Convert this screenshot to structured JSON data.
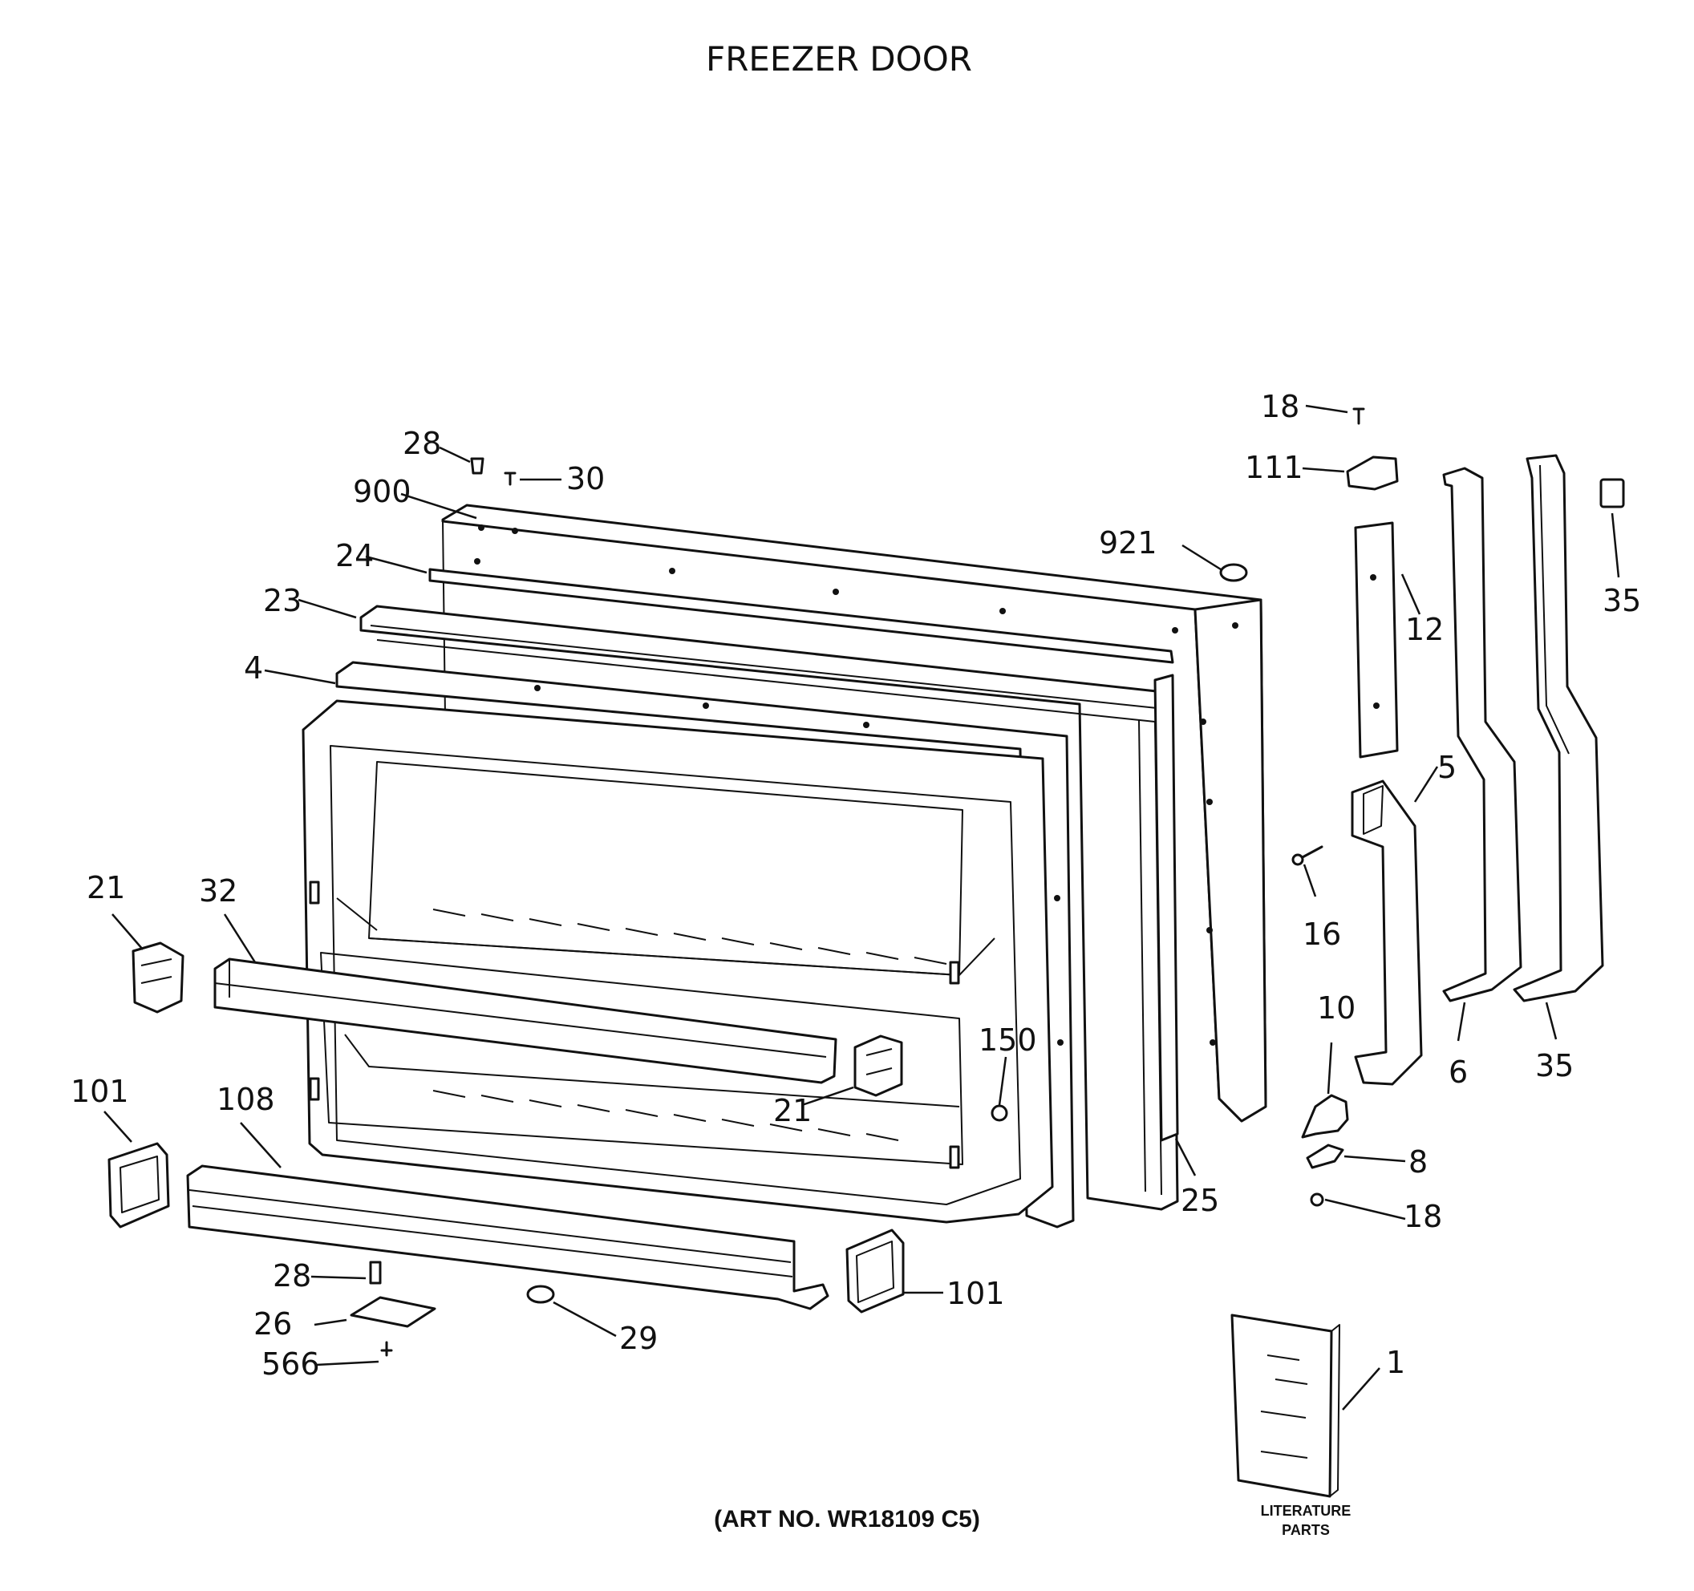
{
  "title": "FREEZER DOOR",
  "art_number": "(ART NO. WR18109 C5)",
  "literature_caption": [
    "LITERATURE",
    "PARTS"
  ],
  "callouts": {
    "c28a": "28",
    "c30": "30",
    "c900": "900",
    "c24": "24",
    "c23": "23",
    "c4": "4",
    "c921": "921",
    "c18a": "18",
    "c111": "111",
    "c12": "12",
    "c35a": "35",
    "c5": "5",
    "c16": "16",
    "c10": "10",
    "c6": "6",
    "c35b": "35",
    "c8": "8",
    "c18b": "18",
    "c25": "25",
    "c150": "150",
    "c21a": "21",
    "c32": "32",
    "c21b": "21",
    "c101a": "101",
    "c108": "108",
    "c101b": "101",
    "c28b": "28",
    "c26": "26",
    "c566": "566",
    "c29": "29",
    "c1": "1"
  }
}
